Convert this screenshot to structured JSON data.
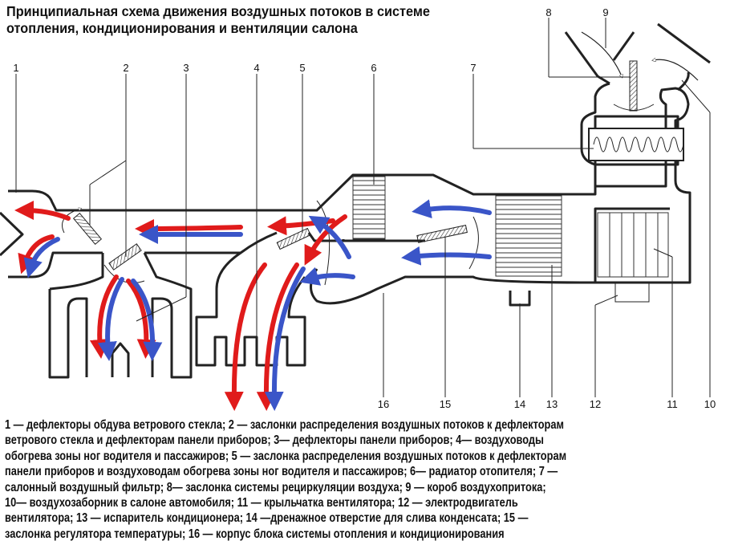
{
  "title": {
    "lines": [
      "Принципиальная схема движения воздушных потоков в системе",
      "отопления, кондиционирования и вентиляции салона"
    ]
  },
  "diagram": {
    "callouts": [
      "1",
      "2",
      "3",
      "4",
      "5",
      "6",
      "7",
      "8",
      "9",
      "10",
      "11",
      "12",
      "13",
      "14",
      "15",
      "16"
    ],
    "colors": {
      "hot_air": "#e01b1b",
      "cold_air": "#3a55c8",
      "walls": "#222222"
    }
  },
  "caption": {
    "lines": [
      "1 — дефлекторы обдува ветрового стекла; 2 — заслонки распределения воздушных потоков к дефлекторам",
      "ветрового стекла и дефлекторам панели приборов; 3— дефлекторы панели приборов; 4— воздуховоды",
      "обогрева зоны ног водителя и пассажиров; 5 — заслонка распределения воздушных потоков к дефлекторам",
      "панели приборов и воздуховодам обогрева зоны ног водителя и пассажиров; 6— радиатор отопителя; 7 —",
      "салонный воздушный фильтр; 8— заслонка системы рециркуляции воздуха; 9 — короб воздухопритока;",
      "10— воздухозаборник в салоне автомобиля; 11 — крыльчатка вентилятора; 12 — электродвигатель",
      "вентилятора; 13 — испаритель кондиционера; 14 —дренажное отверстие для слива конденсата; 15 —",
      "заслонка регулятора температуры; 16 — корпус блока системы отопления и кондиционирования"
    ]
  }
}
